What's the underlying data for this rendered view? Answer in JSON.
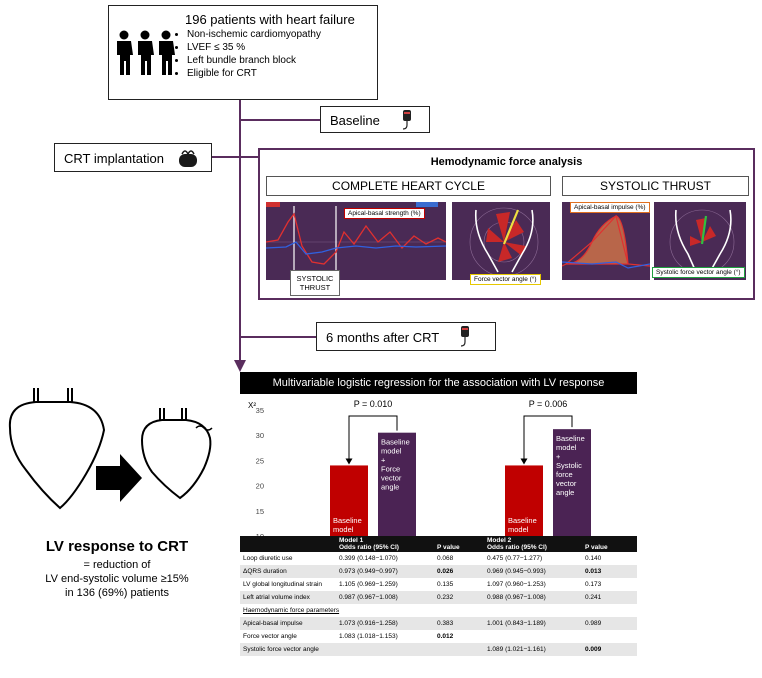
{
  "population": {
    "title": "196 patients with heart failure",
    "criteria": [
      "Non-ischemic cardiomyopathy",
      "LVEF ≤ 35 %",
      "Left bundle branch block",
      "Eligible for CRT"
    ]
  },
  "timeline": {
    "baseline": "Baseline",
    "implantation": "CRT implantation",
    "followup": "6 months after CRT"
  },
  "hemodynamic": {
    "title": "Hemodynamic force analysis",
    "complete_cycle": "COMPLETE HEART CYCLE",
    "systolic_thrust": "SYSTOLIC THRUST",
    "systolic_label_line1": "SYSTOLIC",
    "systolic_label_line2": "THRUST",
    "apical_basal_strength": "Apical-basal strength (%)",
    "force_vector_angle": "Force vector angle (°)",
    "apical_basal_impulse": "Apical-basal impulse (%)",
    "systolic_force_vector_angle": "Systolic force vector angle (°)"
  },
  "lv_response": {
    "title": "LV response to CRT",
    "line1": "= reduction of",
    "line2": "LV end-systolic volume ≥15%",
    "line3": "in 136 (69%) patients"
  },
  "regression": {
    "title": "Multivariable logistic regression for the association with LV response",
    "chart_data": {
      "type": "bar",
      "ylabel": "X²",
      "ylim": [
        10,
        35
      ],
      "yticks": [
        10,
        15,
        20,
        25,
        30,
        35
      ],
      "groups": [
        {
          "p_value": "P = 0.010",
          "bars": [
            {
              "label_lines": [
                "Baseline",
                "model"
              ],
              "value": 24,
              "color": "#c00000"
            },
            {
              "label_lines": [
                "Baseline",
                "model",
                "+",
                "Force",
                "vector",
                "angle"
              ],
              "value": 30.5,
              "color": "#4b2354"
            }
          ]
        },
        {
          "p_value": "P = 0.006",
          "bars": [
            {
              "label_lines": [
                "Baseline",
                "model"
              ],
              "value": 24,
              "color": "#c00000"
            },
            {
              "label_lines": [
                "Baseline",
                "model",
                "+",
                "Systolic",
                "force",
                "vector",
                "angle"
              ],
              "value": 31.2,
              "color": "#4b2354"
            }
          ]
        }
      ]
    },
    "table": {
      "header": {
        "model1": "Model 1",
        "model1_sub": "Odds ratio (95% CI)",
        "p1": "P value",
        "model2": "Model 2",
        "model2_sub": "Odds ratio (95% CI)",
        "p2": "P value"
      },
      "rows": [
        {
          "name": "Loop diuretic use",
          "or1": "0.399 (0.148−1.070)",
          "p1": "0.068",
          "or2": "0.475 (0.77−1.277)",
          "p2": "0.140"
        },
        {
          "name": "ΔQRS duration",
          "or1": "0.973 (0.949−0.997)",
          "p1": "0.026",
          "or2": "0.969 (0.945−0.993)",
          "p2": "0.013"
        },
        {
          "name": "LV global longitudinal strain",
          "or1": "1.105 (0.969−1.259)",
          "p1": "0.135",
          "or2": "1.097 (0.960−1.253)",
          "p2": "0.173"
        },
        {
          "name": "Left atrial volume index",
          "or1": "0.987 (0.967−1.008)",
          "p1": "0.232",
          "or2": "0.988 (0.967−1.008)",
          "p2": "0.241"
        },
        {
          "name": "Haemodynamic force parameters",
          "or1": "",
          "p1": "",
          "or2": "",
          "p2": ""
        },
        {
          "name": "Apical-basal impulse",
          "or1": "1.073 (0.916−1.258)",
          "p1": "0.383",
          "or2": "1.001 (0.843−1.189)",
          "p2": "0.989"
        },
        {
          "name": "Force vector angle",
          "or1": "1.083 (1.018−1.153)",
          "p1": "0.012",
          "or2": "",
          "p2": ""
        },
        {
          "name": "Systolic force vector angle",
          "or1": "",
          "p1": "",
          "or2": "1.089 (1.021−1.161)",
          "p2": "0.009"
        }
      ]
    }
  }
}
